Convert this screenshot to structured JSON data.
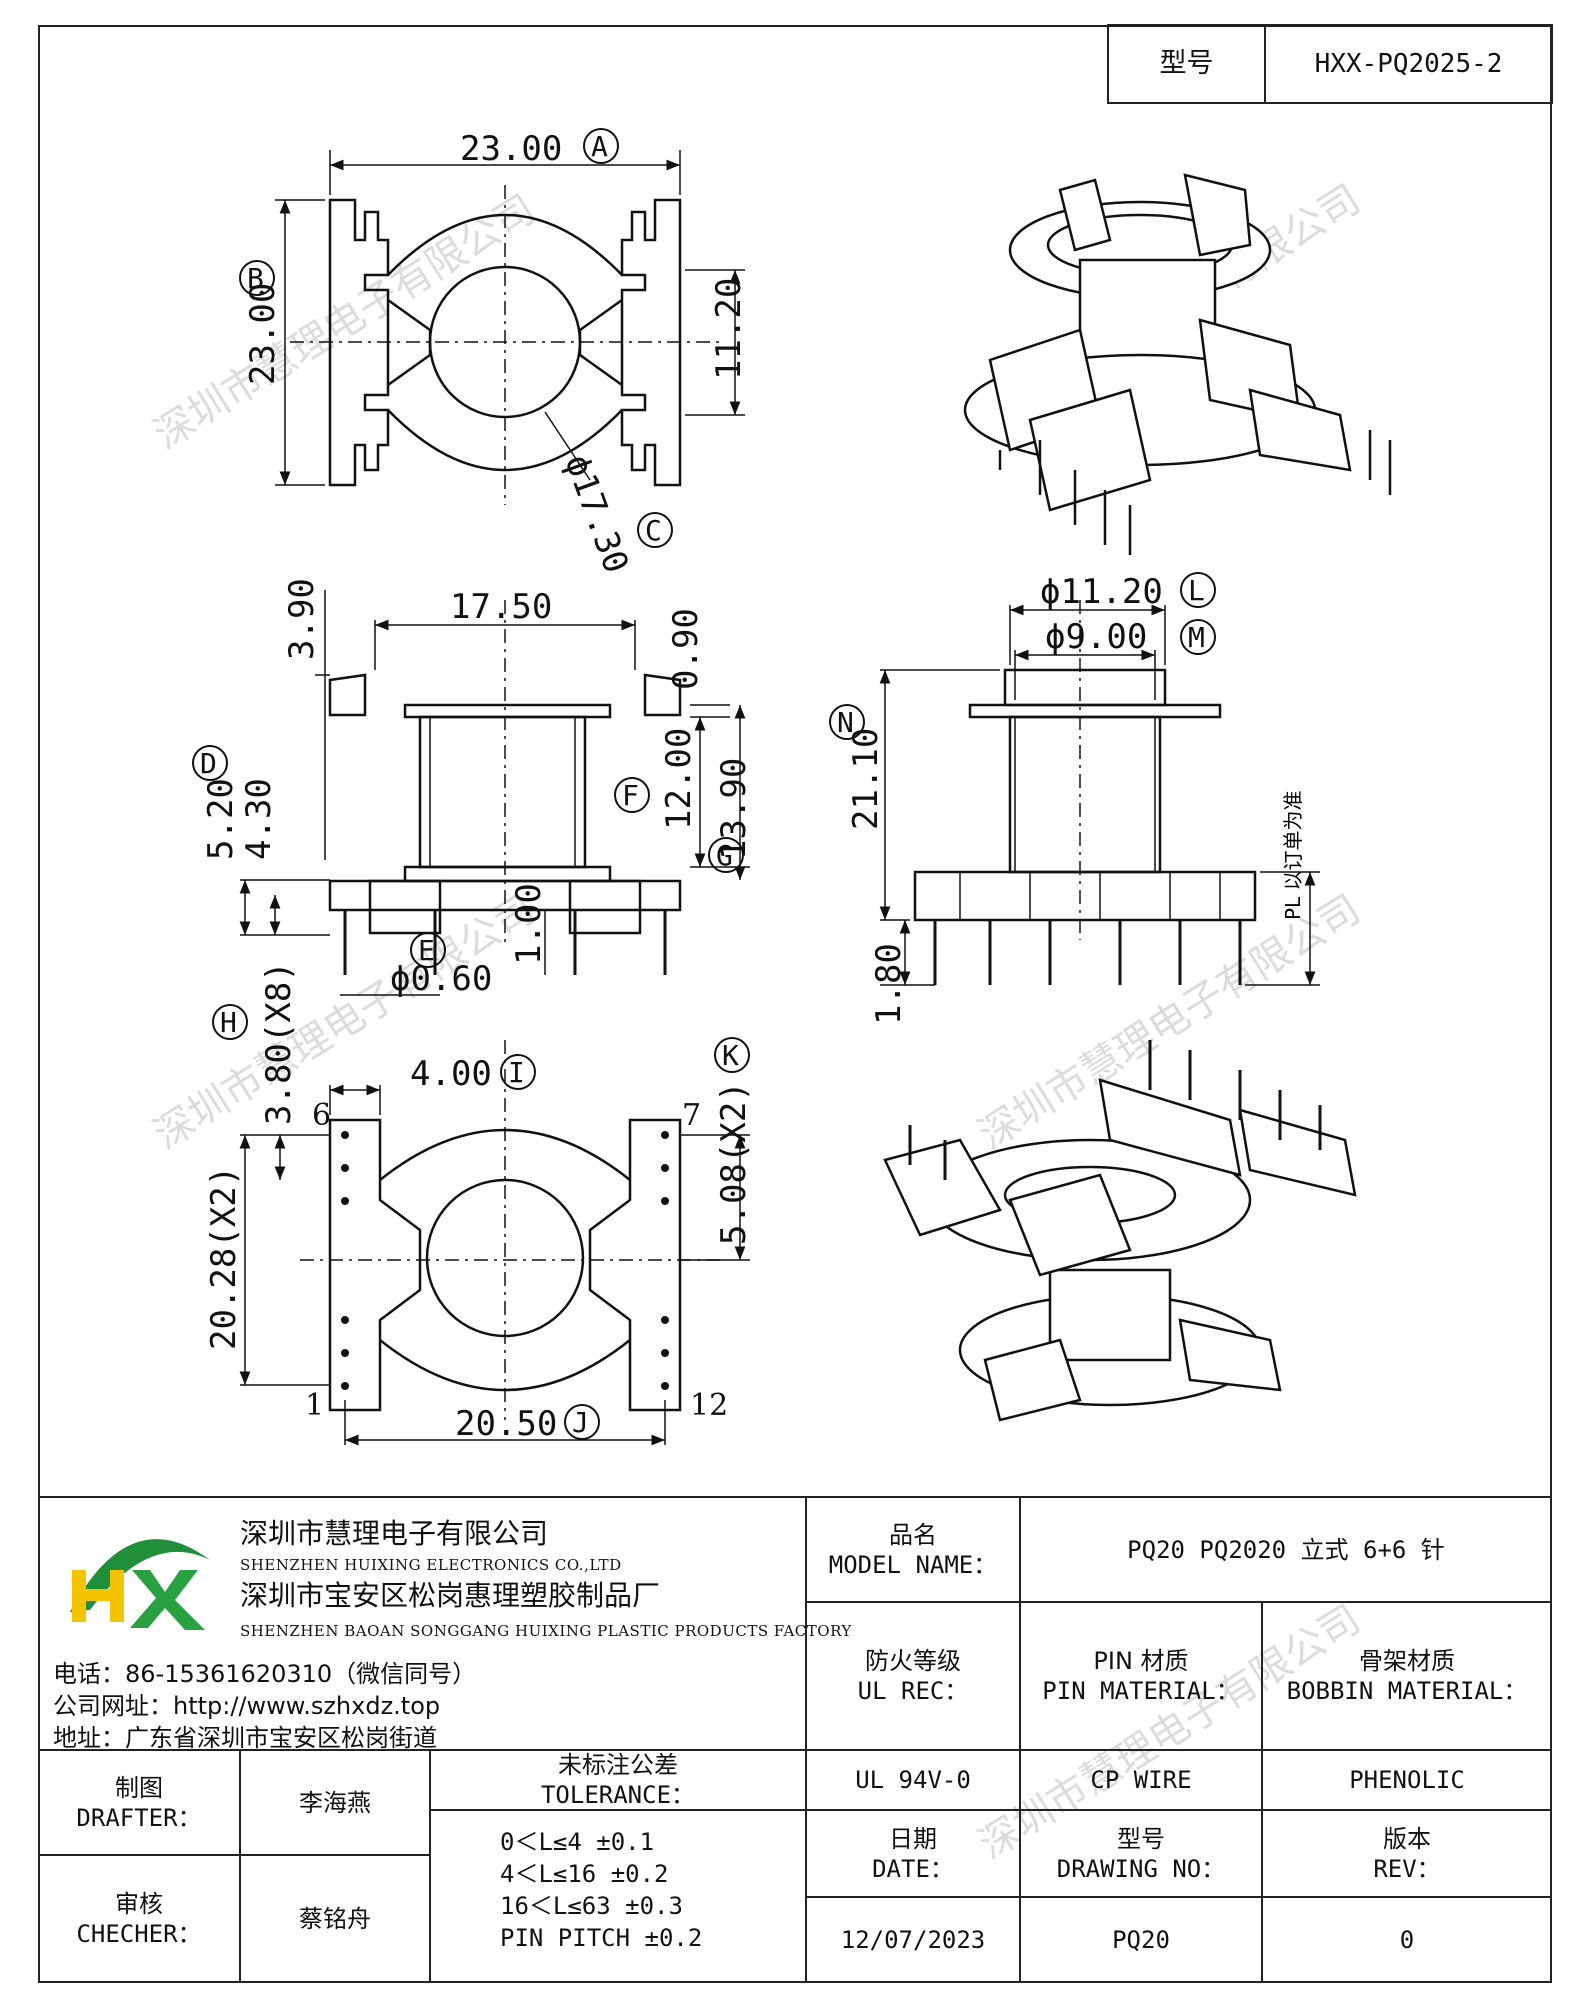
{
  "header": {
    "model_label": "型号",
    "model_value": "HXX-PQ2025-2"
  },
  "watermark": "深圳市慧理电子有限公司",
  "drawing": {
    "top_view": {
      "width": "23.00",
      "width_ref": "A",
      "height": "23.00",
      "height_ref": "B",
      "slot_height": "11.20",
      "center_dia": "ϕ17.30",
      "center_dia_ref": "C"
    },
    "side_view": {
      "flange_width": "17.50",
      "top_height": "3.90",
      "flange_thk": "0.90",
      "base_height": "5.20",
      "base_height_ref": "D",
      "base_inner": "4.30",
      "body_height": "12.00",
      "body_height_ref": "F",
      "total_height": "13.90",
      "total_height_ref": "G",
      "pin_dia": "ϕ0.60",
      "pin_dia_ref": "E",
      "pin_offset": "1.00"
    },
    "front_view": {
      "outer_dia": "ϕ11.20",
      "outer_dia_ref": "L",
      "inner_dia": "ϕ9.00",
      "inner_dia_ref": "M",
      "height": "21.10",
      "height_ref": "N",
      "pin_length": "1.80",
      "note": "PL 以订单为准"
    },
    "bottom_view": {
      "pin_pitch": "3.80(X8)",
      "pin_pitch_ref": "H",
      "slot_width": "4.00",
      "slot_width_ref": "I",
      "row_pitch": "5.08(X2)",
      "row_pitch_ref": "K",
      "row_span": "20.28(X2)",
      "pin_span": "20.50",
      "pin_span_ref": "J",
      "pin_labels": [
        "6",
        "7",
        "1",
        "12"
      ]
    }
  },
  "company": {
    "name_cn": "深圳市慧理电子有限公司",
    "name_en": "SHENZHEN HUIXING ELECTRONICS CO.,LTD",
    "factory_cn": "深圳市宝安区松岗惠理塑胶制品厂",
    "factory_en": "SHENZHEN BAOAN SONGGANG HUIXING PLASTIC PRODUCTS FACTORY",
    "phone": "电话：86-15361620310（微信同号）",
    "website": "公司网址：http://www.szhxdz.top",
    "address": "地址：广东省深圳市宝安区松岗街道",
    "logo_text": "HX",
    "logo_colors": {
      "h": "#f2c500",
      "x": "#2aa140",
      "swoosh": "#1f8f3a"
    }
  },
  "title_block": {
    "drafter_cn": "制图",
    "drafter_en": "DRAFTER：",
    "drafter_name": "李海燕",
    "checker_cn": "审核",
    "checker_en": "CHECHER：",
    "checker_name": "蔡铭舟",
    "tolerance_cn": "未标注公差",
    "tolerance_en": "TOLERANCE：",
    "tolerance_rows": [
      "0＜L≤4  ±0.1",
      "4＜L≤16  ±0.2",
      "16＜L≤63  ±0.3",
      "PIN PITCH  ±0.2"
    ],
    "model_name_cn": "品名",
    "model_name_en": "MODEL NAME：",
    "model_name_value": "PQ20 PQ2020 立式 6+6 针",
    "ul_cn": "防火等级",
    "ul_en": "UL REC：",
    "ul_value": "UL 94V-0",
    "pin_cn": "PIN 材质",
    "pin_en": "PIN MATERIAL：",
    "pin_value": "CP WIRE",
    "bobbin_cn": "骨架材质",
    "bobbin_en": "BOBBIN MATERIAL：",
    "bobbin_value": "PHENOLIC",
    "date_cn": "日期",
    "date_en": "DATE：",
    "date_value": "12/07/2023",
    "drawing_no_cn": "型号",
    "drawing_no_en": "DRAWING NO：",
    "drawing_no_value": "PQ20",
    "rev_cn": "版本",
    "rev_en": "REV：",
    "rev_value": "0"
  }
}
